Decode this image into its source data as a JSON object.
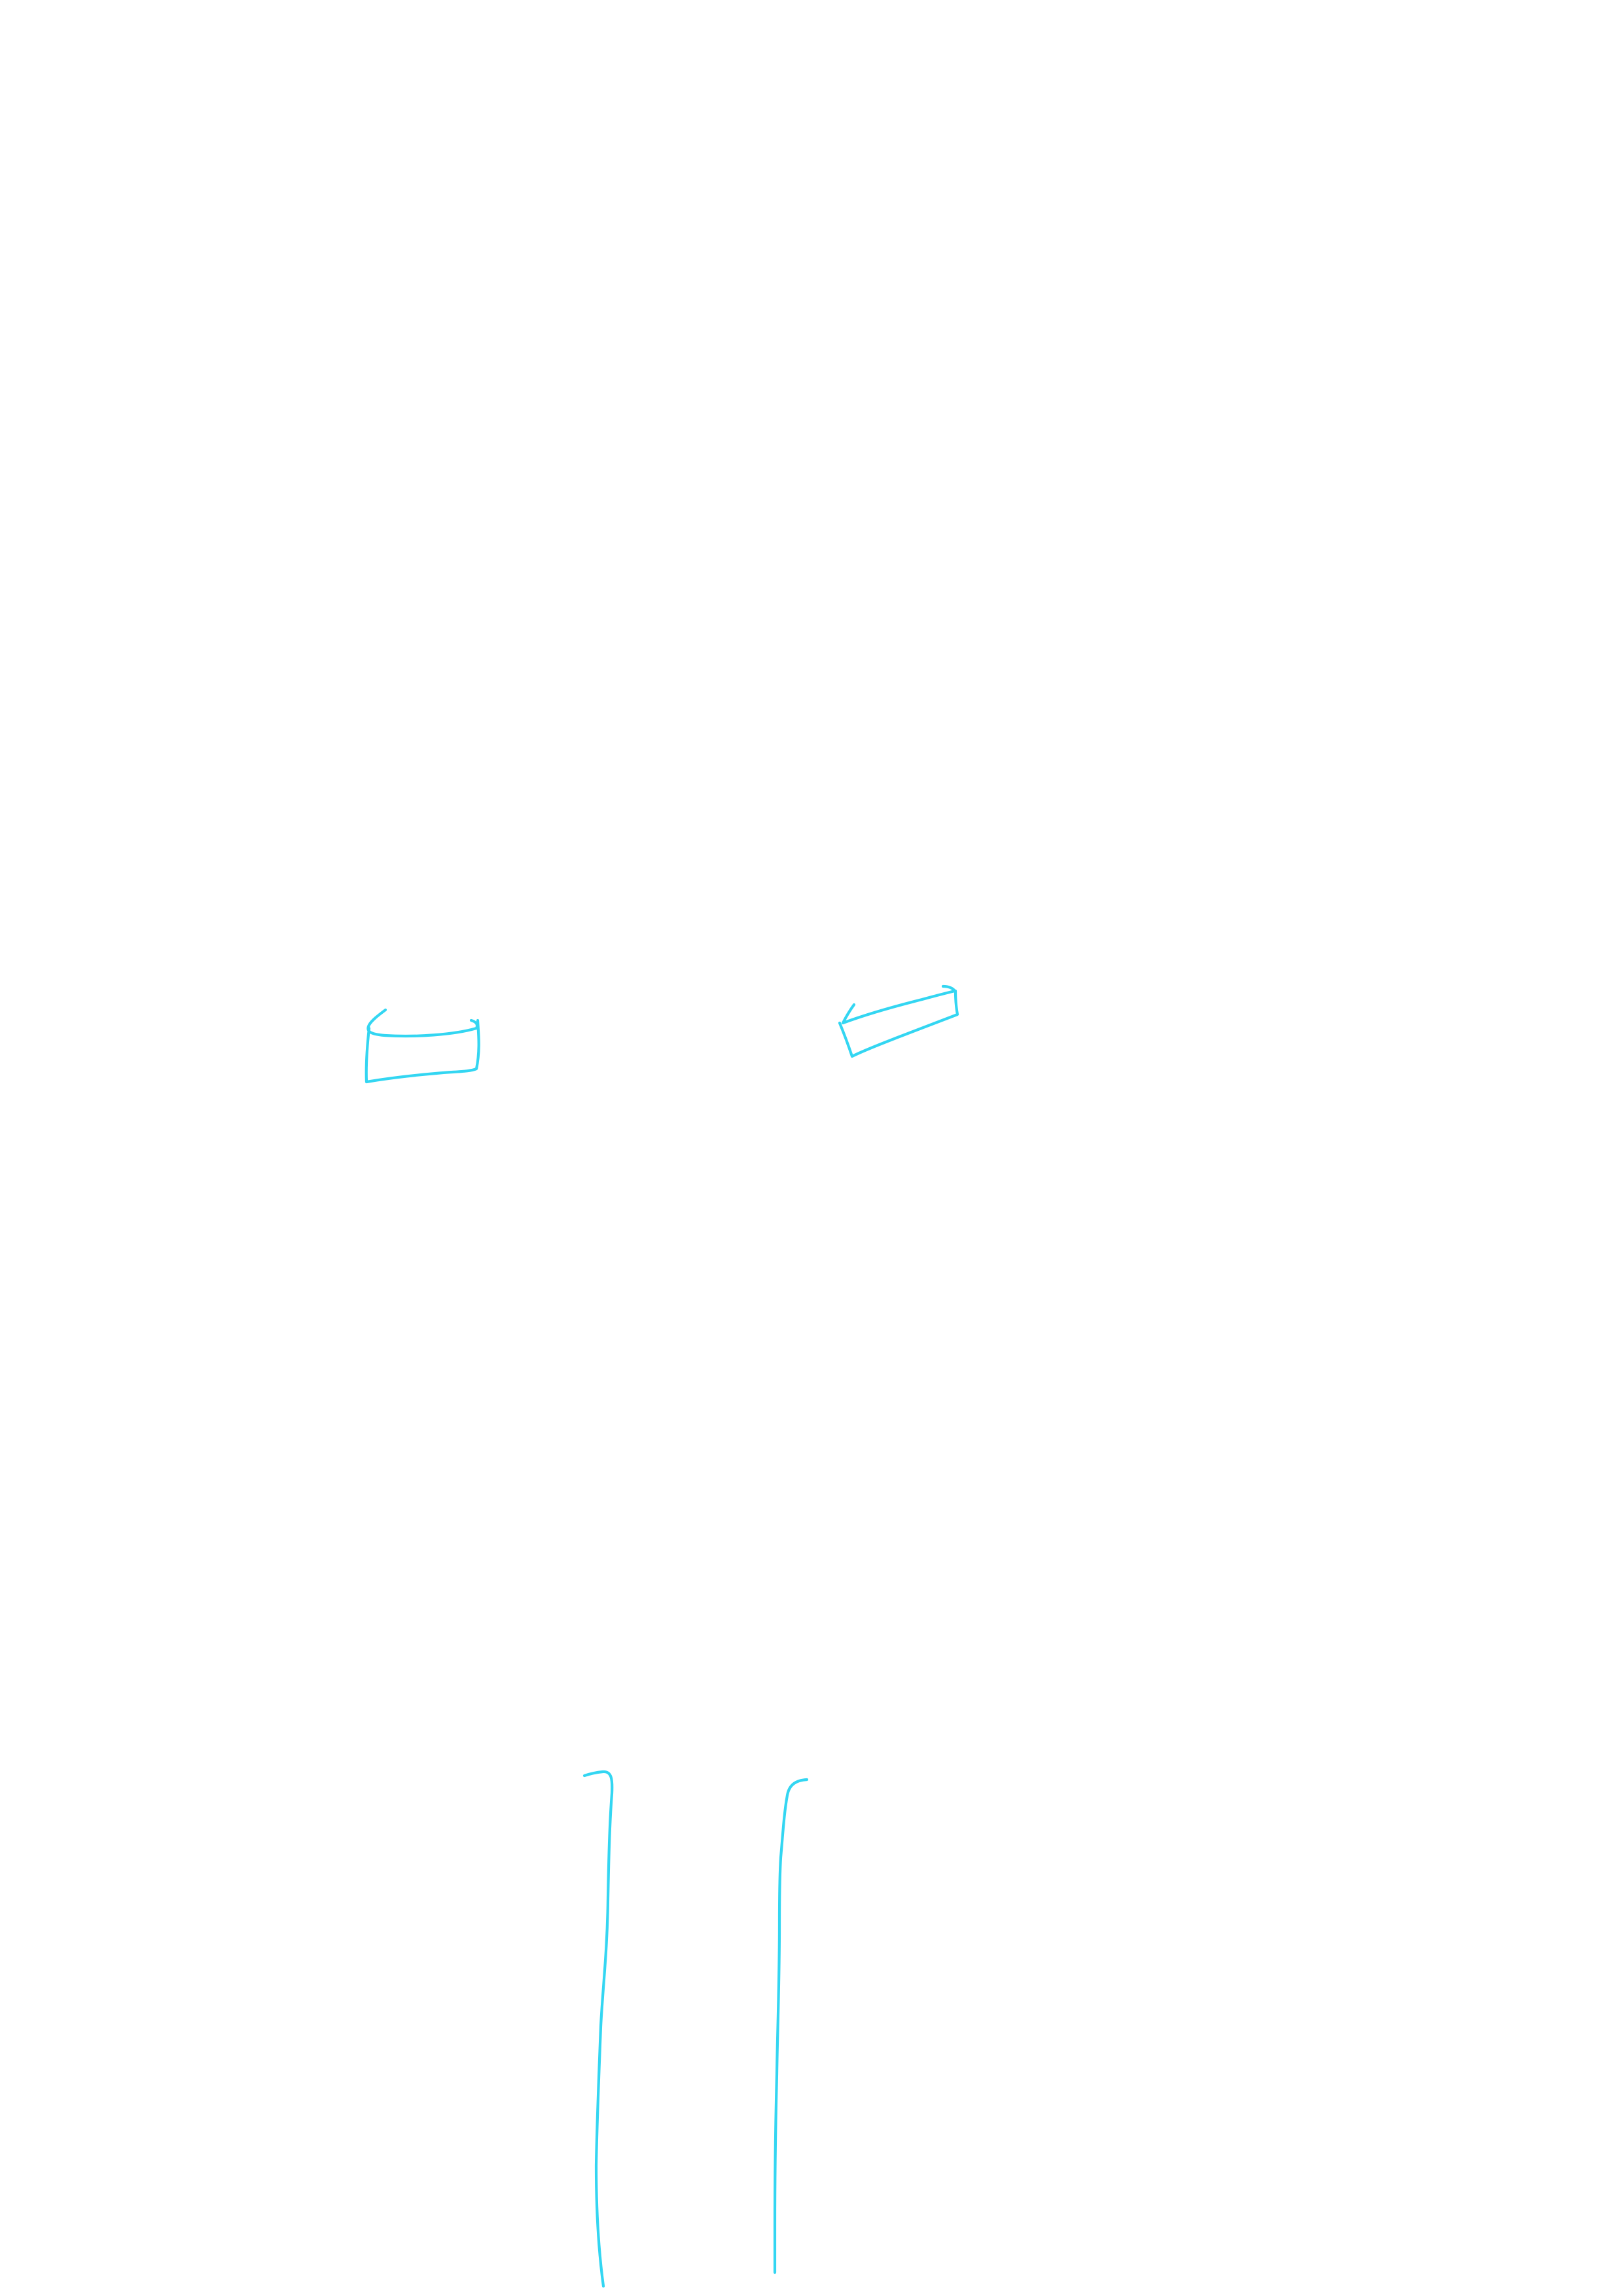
{
  "page": {
    "background_color": "#ffffff"
  },
  "sketch": {
    "stroke_color": "#33d6f2",
    "strokes": [
      {
        "name": "left-box-sketch"
      },
      {
        "name": "right-box-sketch"
      },
      {
        "name": "left-vertical-line"
      },
      {
        "name": "right-vertical-line"
      }
    ]
  }
}
